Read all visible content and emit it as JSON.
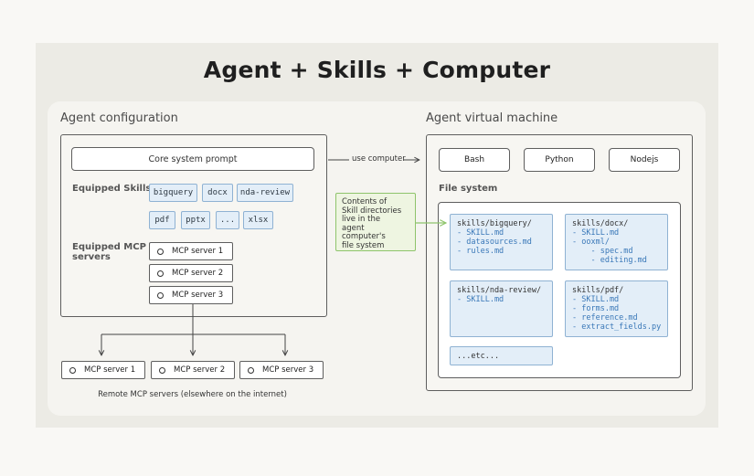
{
  "title": "Agent + Skills + Computer",
  "agent_configuration": {
    "heading": "Agent configuration",
    "core_prompt": "Core system prompt",
    "skills_label": "Equipped Skills",
    "skills_row1": [
      "bigquery",
      "docx",
      "nda-review"
    ],
    "skills_row2": [
      "pdf",
      "pptx",
      "...",
      "xlsx"
    ],
    "mcp_label_line1": "Equipped MCP",
    "mcp_label_line2": "servers",
    "mcp_servers": [
      "MCP server 1",
      "MCP server 2",
      "MCP server 3"
    ]
  },
  "remote": {
    "servers": [
      "MCP server 1",
      "MCP server 2",
      "MCP server 3"
    ],
    "caption": "Remote MCP servers (elsewhere on the internet)"
  },
  "connector": {
    "use_computer": "use computer"
  },
  "note": {
    "lines": [
      "Contents of",
      "Skill directories",
      "live in the",
      "agent computer's",
      "file system"
    ]
  },
  "vm": {
    "heading": "Agent virtual machine",
    "tools": [
      "Bash",
      "Python",
      "Nodejs"
    ],
    "fs_label": "File system",
    "bigquery": {
      "dir": "skills/bigquery/",
      "items": [
        "- SKILL.md",
        "- datasources.md",
        "- rules.md"
      ]
    },
    "docx": {
      "dir": "skills/docx/",
      "items": [
        "- SKILL.md",
        "- ooxml/",
        "    - spec.md",
        "    - editing.md"
      ]
    },
    "nda": {
      "dir": "skills/nda-review/",
      "items": [
        "- SKILL.md"
      ]
    },
    "pdf": {
      "dir": "skills/pdf/",
      "items": [
        "- SKILL.md",
        "- forms.md",
        "- reference.md",
        "- extract_fields.py"
      ]
    },
    "etc": "...etc..."
  }
}
